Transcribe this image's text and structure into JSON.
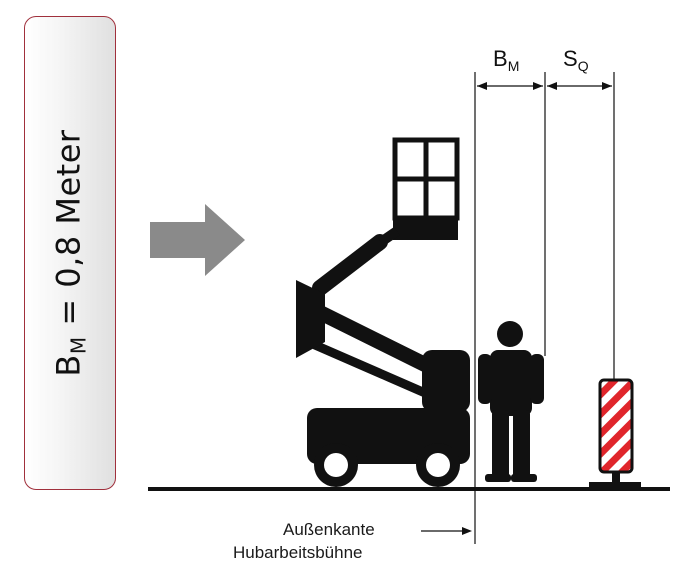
{
  "label_box": {
    "prefix": "B",
    "subscript": "M",
    "value_text": " = 0,8 Meter"
  },
  "dimensions": {
    "bm": {
      "main": "B",
      "sub": "M"
    },
    "sq": {
      "main": "S",
      "sub": "Q"
    }
  },
  "caption": {
    "line1": "Außenkante",
    "line2": "Hubarbeitsbühne"
  },
  "colors": {
    "arrow": "#8a8a8a",
    "silhouette": "#111111",
    "box_border": "#a0303c",
    "beacon_red": "#e0262c"
  }
}
